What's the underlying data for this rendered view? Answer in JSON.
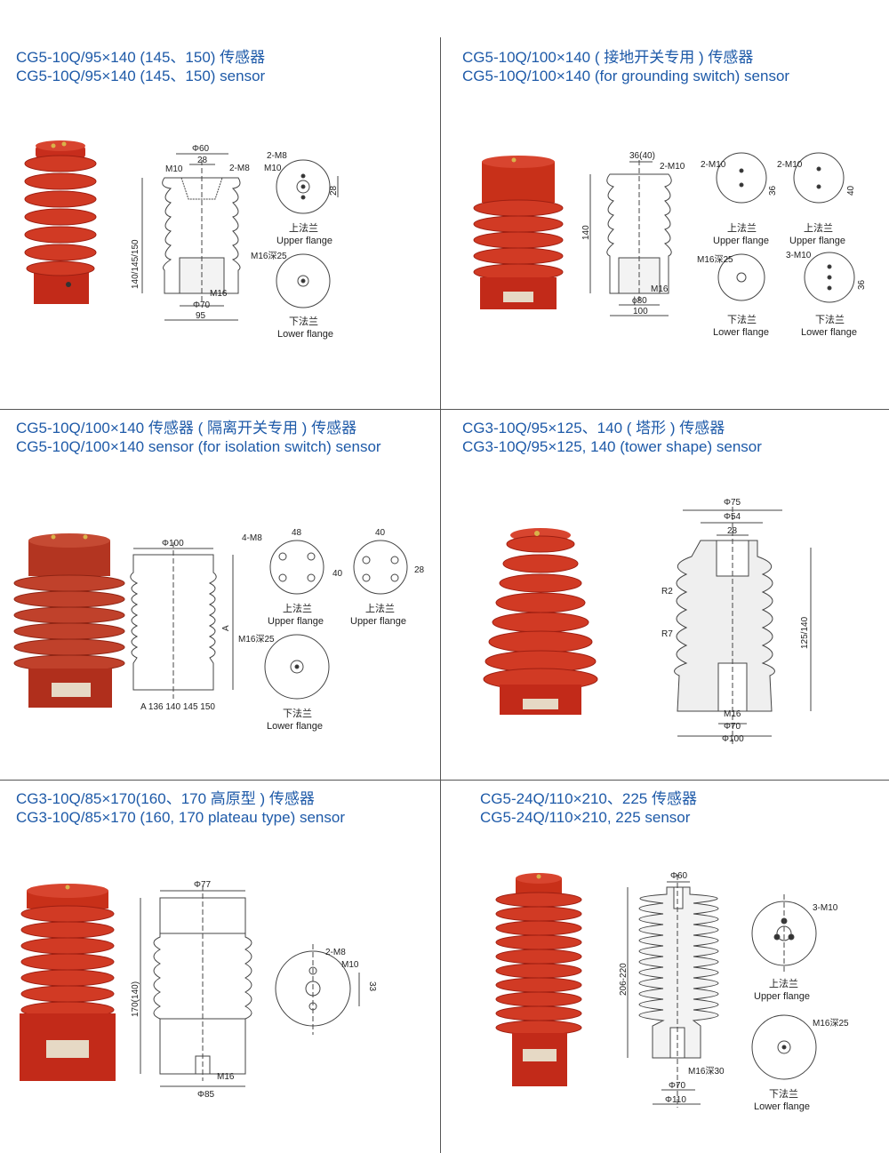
{
  "panels": [
    {
      "title_cn": "CG5-10Q/95×140 (145、150) 传感器",
      "title_en": "CG5-10Q/95×140 (145、150) sensor",
      "dims": {
        "d1": "Φ60",
        "d2": "28",
        "d3": "M10",
        "d4": "2-M8",
        "d5": "140/145/150",
        "d6": "M16",
        "d7": "Φ70",
        "d8": "95",
        "u1": "2-M8",
        "u2": "M10",
        "u3": "28",
        "l1": "M16深25"
      },
      "upper_cn": "上法兰",
      "upper_en": "Upper flange",
      "lower_cn": "下法兰",
      "lower_en": "Lower flange"
    },
    {
      "title_cn": "CG5-10Q/100×140 ( 接地开关专用 ) 传感器",
      "title_en": "CG5-10Q/100×140 (for grounding switch) sensor",
      "dims": {
        "d1": "36(40)",
        "d2": "2-M10",
        "d3": "140",
        "d4": "M16",
        "d5": "ϕ80",
        "d6": "100",
        "u1": "2-M10",
        "u2": "36",
        "u3": "2-M10",
        "u4": "40",
        "l1": "M16深25",
        "l2": "3-M10",
        "l3": "36"
      },
      "upper_cn": "上法兰",
      "upper_en": "Upper flange",
      "lower_cn": "下法兰",
      "lower_en": "Lower flange"
    },
    {
      "title_cn": "CG5-10Q/100×140 传感器 ( 隔离开关专用 ) 传感器",
      "title_en": "CG5-10Q/100×140 sensor (for isolation switch) sensor",
      "dims": {
        "d1": "Φ100",
        "d2": "A",
        "d3": "A 136 140 145 150",
        "u1": "4-M8",
        "u2": "48",
        "u3": "40",
        "u4": "40",
        "u5": "28",
        "l1": "M16深25"
      },
      "upper_cn": "上法兰",
      "upper_en": "Upper flange",
      "lower_cn": "下法兰",
      "lower_en": "Lower flange"
    },
    {
      "title_cn": "CG3-10Q/95×125、140 ( 塔形 ) 传感器",
      "title_en": "CG3-10Q/95×125, 140 (tower shape) sensor",
      "dims": {
        "d1": "Φ75",
        "d2": "Φ54",
        "d3": "28",
        "d4": "R2",
        "d5": "R7",
        "d6": "125/140",
        "d7": "M16",
        "d8": "Φ70",
        "d9": "Φ100"
      }
    },
    {
      "title_cn": "CG3-10Q/85×170(160、170 高原型 ) 传感器",
      "title_en": "CG3-10Q/85×170 (160, 170 plateau type) sensor",
      "dims": {
        "d1": "Φ77",
        "d2": "170(140)",
        "d3": "M16",
        "d4": "Φ85",
        "u1": "2-M8",
        "u2": "M10",
        "u3": "33"
      }
    },
    {
      "title_cn": "CG5-24Q/110×210、225 传感器",
      "title_en": "CG5-24Q/110×210, 225 sensor",
      "dims": {
        "d1": "Φ60",
        "d2": "206-220",
        "d3": "M16深30",
        "d4": "Φ70",
        "d5": "Φ110",
        "u1": "3-M10",
        "l1": "M16深25"
      },
      "upper_cn": "上法兰",
      "upper_en": "Upper flange",
      "lower_cn": "下法兰",
      "lower_en": "Lower flange"
    }
  ],
  "colors": {
    "title": "#1e5aa8",
    "insulator": "#cc2f1e",
    "insulator_dark": "#9e1f12",
    "line": "#444444"
  }
}
